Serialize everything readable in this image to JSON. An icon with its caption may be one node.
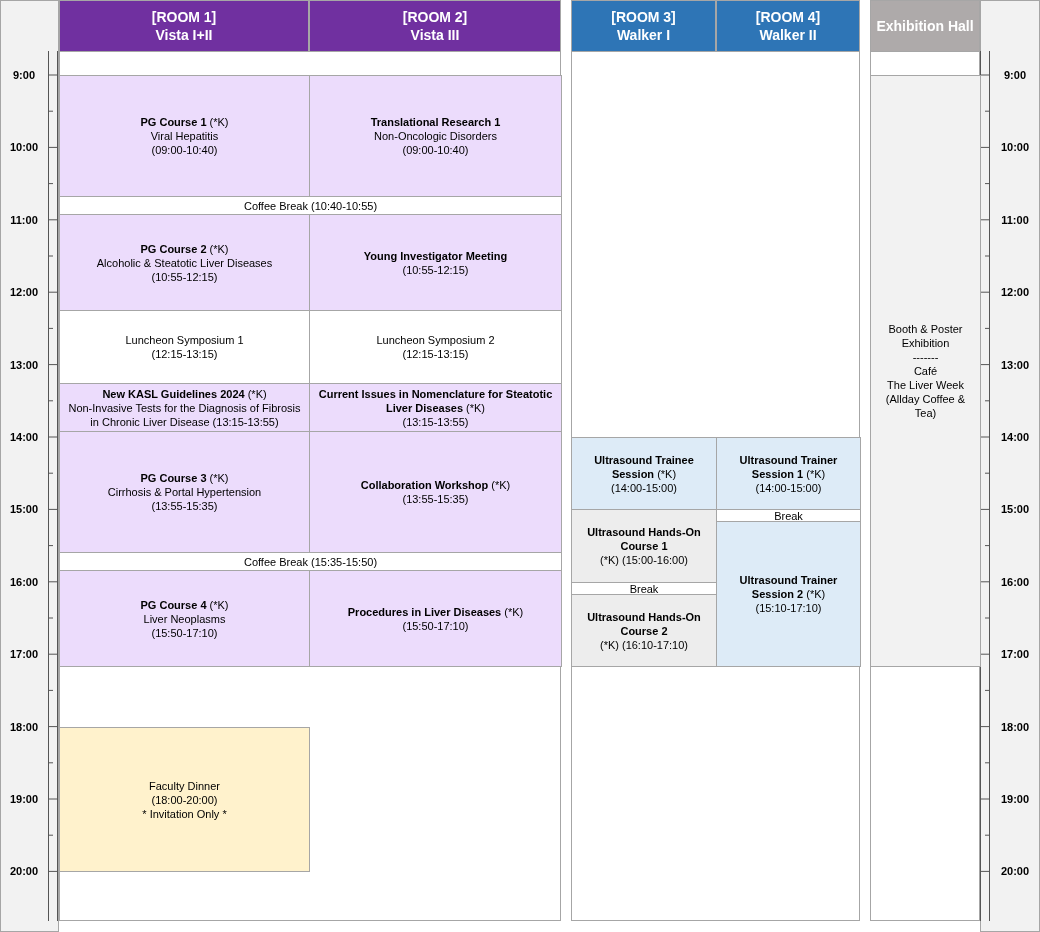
{
  "diagram": {
    "nodes": [
      {
        "text": [
          "[ROOM 1]",
          "Vista I+II"
        ]
      },
      {
        "text": [
          "[ROOM 2]",
          "Vista III"
        ]
      },
      {
        "text": [
          "[ROOM 3]",
          "Walker I"
        ]
      },
      {
        "text": [
          "[ROOM 4]",
          "Walker II"
        ]
      },
      {
        "text": [
          "Exhibition Hall"
        ]
      },
      {
        "text": [
          "**PG Course 1** (*K)",
          "Viral Hepatitis",
          "(09:00-10:40)"
        ]
      },
      {
        "text": [
          "Translational Research 1",
          "Non-Oncologic Disorders",
          "(09:00-10:40)"
        ]
      },
      {
        "text": [
          "Coffee Break (10:40-10:55)"
        ]
      },
      {
        "text": [
          "**PG Course 2** (*K)",
          "Alcoholic & Steatotic Liver Diseases",
          "(10:55-12:15)"
        ]
      },
      {
        "text": [
          "Young Investigator Meeting",
          "(10:55-12:15)"
        ]
      },
      {
        "text": [
          "Luncheon Symposium 1",
          "(12:15-13:15)"
        ]
      },
      {
        "text": [
          "Luncheon Symposium 2",
          "(12:15-13:15)"
        ]
      },
      {
        "text": [
          "**New KASL Guidelines 2024** (*K)",
          "Non-Invasive Tests for the Diagnosis of Fibrosis in Chronic Liver Disease (13:15-13:55)"
        ]
      },
      {
        "text": [
          "**Current Issues in Nomenclature for Steatotic Liver Diseases** (*K)",
          "(13:15-13:55)"
        ]
      },
      {
        "text": [
          "**PG Course 3** (*K)",
          "Cirrhosis & Portal Hypertension",
          "(13:55-15:35)"
        ]
      },
      {
        "text": [
          "**Collaboration Workshop** (*K)",
          "(13:55-15:35)"
        ]
      },
      {
        "text": [
          "Coffee Break (15:35-15:50)"
        ]
      },
      {
        "text": [
          "**PG Course 4** (*K)",
          "Liver Neoplasms",
          "(15:50-17:10)"
        ]
      },
      {
        "text": [
          "**Procedures in Liver Diseases** (*K)",
          "(15:50-17:10)"
        ]
      },
      {
        "text": [
          "Faculty Dinner",
          "(18:00-20:00)",
          "* Invitation Only *"
        ]
      },
      {
        "text": [
          "**Ultrasound Trainee Session** (*K)",
          "(14:00-15:00)"
        ]
      },
      {
        "text": [
          "**Ultrasound Trainer Session 1** (*K)",
          "(14:00-15:00)"
        ]
      },
      {
        "text": [
          "Ultrasound Hands-On Course 1",
          "(*K) (15:00-16:00)"
        ]
      },
      {
        "text": [
          "Break"
        ]
      },
      {
        "text": [
          "Break"
        ]
      },
      {
        "text": [
          "**Ultrasound Trainer Session 2** (*K)",
          "(15:10-17:10)"
        ]
      },
      {
        "text": [
          "Ultrasound Hands-On Course 2",
          "(*K) (16:10-17:10)"
        ]
      },
      {
        "text": [
          "Booth & Poster Exhibition",
          "-------",
          "Café",
          "The Liver Week",
          "(Allday Coffee & Tea)"
        ]
      }
    ],
    "labels": [
      "9:00",
      "10:00",
      "11:00",
      "12:00",
      "13:00",
      "14:00",
      "15:00",
      "16:00",
      "17:00",
      "18:00",
      "19:00",
      "20:00",
      "9:00",
      "10:00",
      "11:00",
      "12:00",
      "13:00",
      "14:00",
      "15:00",
      "16:00",
      "17:00",
      "18:00",
      "19:00",
      "20:00"
    ]
  }
}
